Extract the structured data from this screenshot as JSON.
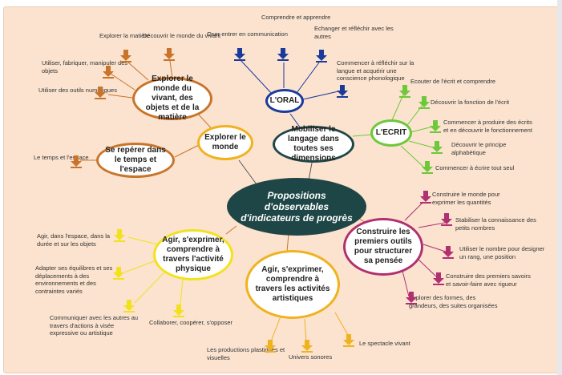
{
  "central": "Propositions d'observables d'indicateurs de progrès",
  "nodes": {
    "explorer_monde": "Explorer le monde",
    "explorer_vivant": "Explorer le monde du vivant, des objets et de la matière",
    "temps_espace": "Se repérer dans le temps et l'espace",
    "mobiliser": "Mobiliser le langage dans toutes ses dimensions",
    "oral": "L'ORAL",
    "ecrit": "L'ECRIT",
    "construire": "Construire les premiers outils pour structurer sa pensée",
    "artistiques": "Agir, s'exprimer, comprendre à travers les activités artistiques",
    "physique": "Agir, s'exprimer, comprendre à travers l'activité physique"
  },
  "leaves": {
    "vivant": [
      "Explorer la matière",
      "Découvrir le monde du vivant",
      "Utiliser, fabriquer, manipuler des objets",
      "Utiliser des outils numériques"
    ],
    "temps": [
      "Le temps et l'espace"
    ],
    "oral": [
      "Oser entrer en communication",
      "Comprendre et apprendre",
      "Echanger et réfléchir avec les autres",
      "Commencer à réfléchir sur la langue et acquérir une conscience phonologique"
    ],
    "ecrit": [
      "Ecouter de l'écrit et comprendre",
      "Découvrir la fonction de l'écrit",
      "Commencer à produire des écrits et en découvrir le fonctionnement",
      "Découvrir le principe alphabétique",
      "Commencer à écrire tout seul"
    ],
    "construire": [
      "Construire le monde pour exprimer les quantités",
      "Stabiliser la connaissance des petits nombres",
      "Utiliser le nombre pour designer un rang, une position",
      "Construire des premiers savoirs et savoir-faire avec rigueur",
      "Explorer des formes, des grandeurs, des suites organisées"
    ],
    "artistiques": [
      "Les productions plastiques et visuelles",
      "Univers sonores",
      "Le spectacle vivant"
    ],
    "physique": [
      "Agir, dans l'espace, dans la durée et sur les objets",
      "Adapter ses équilibres et ses déplacements à des environnements et des contraintes variés",
      "Communiquer avec les autres au travers d'actions à visée expressive ou artistique",
      "Collaborer, coopérer, s'opposer"
    ]
  },
  "colors": {
    "background": "#fbe3cf",
    "central_fill": "#1f4646",
    "vivant": "#c8742a",
    "oral": "#1a3a9c",
    "ecrit": "#6ec83a",
    "construire": "#b03070",
    "artistiques": "#f0b21e",
    "physique": "#f2e21e",
    "mobiliser": "#1f4646"
  }
}
